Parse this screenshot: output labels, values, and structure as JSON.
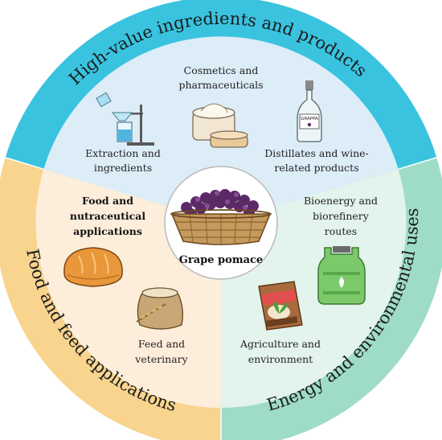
{
  "ring": {
    "top_title": "High-value ingredients and products",
    "left_title": "Food and feed applications",
    "right_title": "Energy and environmental uses"
  },
  "center": {
    "label": "Grape pomace"
  },
  "items": {
    "cosmetics": [
      "Cosmetics and",
      "pharmaceuticals"
    ],
    "extraction": [
      "Extraction and",
      "ingredients"
    ],
    "distillates": [
      "Distillates and wine-",
      "related products"
    ],
    "food": [
      "Food and",
      "nutraceutical",
      "applications"
    ],
    "feed": [
      "Feed and",
      "veterinary"
    ],
    "bioenergy": [
      "Bioenergy and",
      "biorefinery",
      "routes"
    ],
    "agriculture": [
      "Agriculture and",
      "environment"
    ]
  },
  "colors": {
    "top_outer": "#39c3df",
    "top_inner": "#dcedf8",
    "left_outer": "#f8d48e",
    "left_inner": "#fdeedb",
    "right_outer": "#9fdcc6",
    "right_inner": "#e3f4ec"
  },
  "icons": {
    "extraction": "lab-glassware-icon",
    "cosmetics": "cream-jar-icon",
    "distillates": "grappa-bottle-icon",
    "food": "bread-loaf-icon",
    "feed": "grain-sack-icon",
    "bioenergy": "gas-cylinder-icon",
    "agriculture": "fertilizer-bag-icon",
    "center": "grape-basket-icon"
  },
  "bottle_label": "GRAPPA"
}
